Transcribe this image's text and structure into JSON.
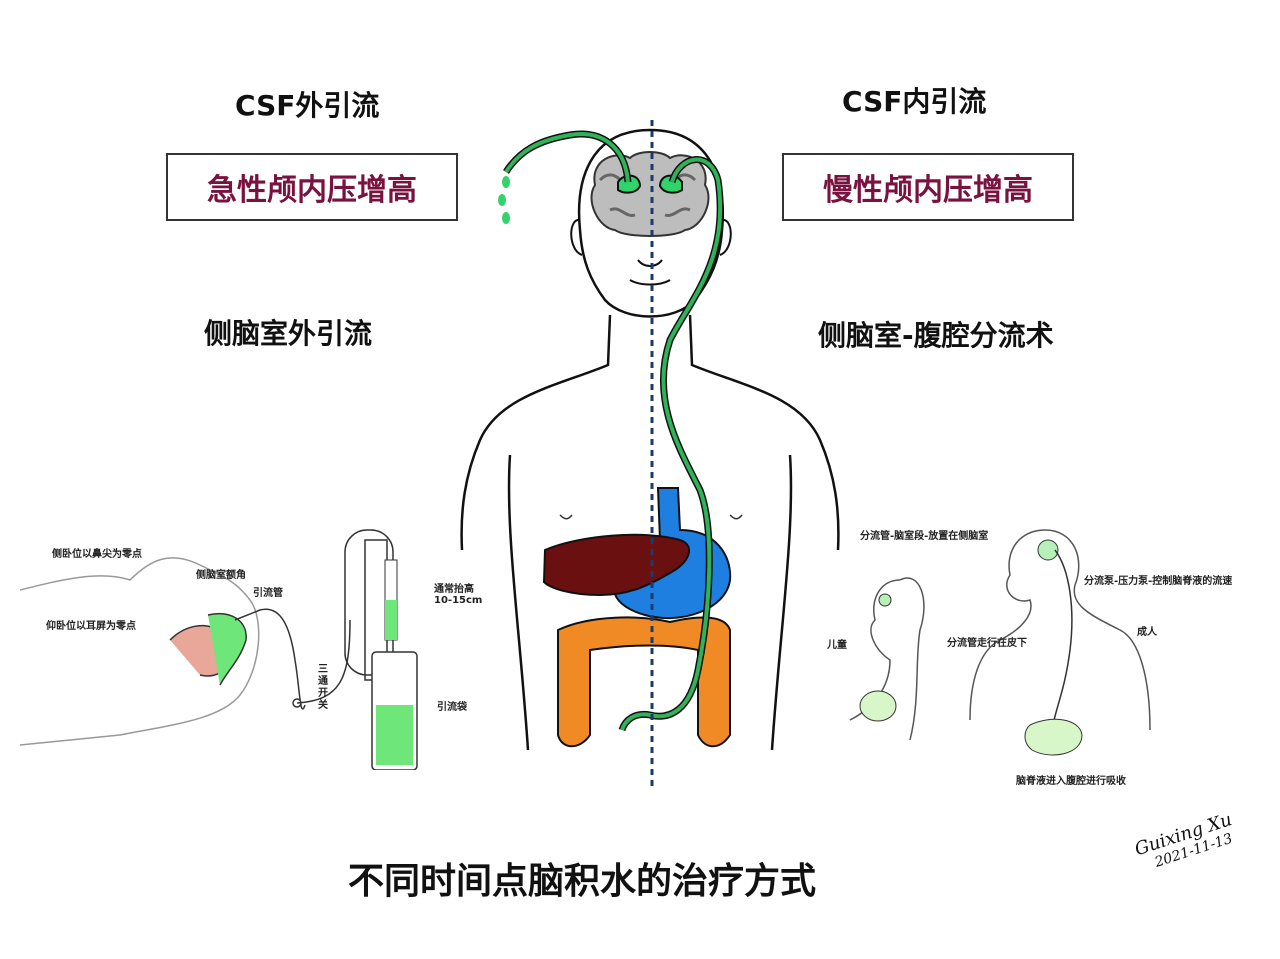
{
  "left": {
    "heading": "CSF外引流",
    "box_label": "急性颅内压增高",
    "procedure": "侧脑室外引流",
    "labels": {
      "lateral_nose": "侧卧位以鼻尖为零点",
      "frontal_horn": "侧脑室额角",
      "drain_tube": "引流管",
      "supine_ear": "仰卧位以耳屏为零点",
      "raise_height_line1": "通常抬高",
      "raise_height_line2": "10-15cm",
      "three_way": "三通开关",
      "drain_bag": "引流袋"
    }
  },
  "right": {
    "heading": "CSF内引流",
    "box_label": "慢性颅内压增高",
    "procedure": "侧脑室-腹腔分流术",
    "labels": {
      "shunt_ventricle": "分流管-脑室段-放置在侧脑室",
      "shunt_pump": "分流泵-压力泵-控制脑脊液的流速",
      "child": "儿童",
      "adult": "成人",
      "subcutaneous": "分流管走行在皮下",
      "absorb": "脑脊液进入腹腔进行吸收"
    }
  },
  "footer": {
    "title": "不同时间点脑积水的治疗方式",
    "signature_name": "Guixing Xu",
    "signature_date": "2021-11-13"
  },
  "colors": {
    "accent_text": "#7a1240",
    "csf_green": "#2fd46a",
    "tube_green": "#1f8a45",
    "liver": "#6b1010",
    "stomach": "#1f7fe0",
    "colon": "#f08a24",
    "midline": "#1c3a6b"
  }
}
